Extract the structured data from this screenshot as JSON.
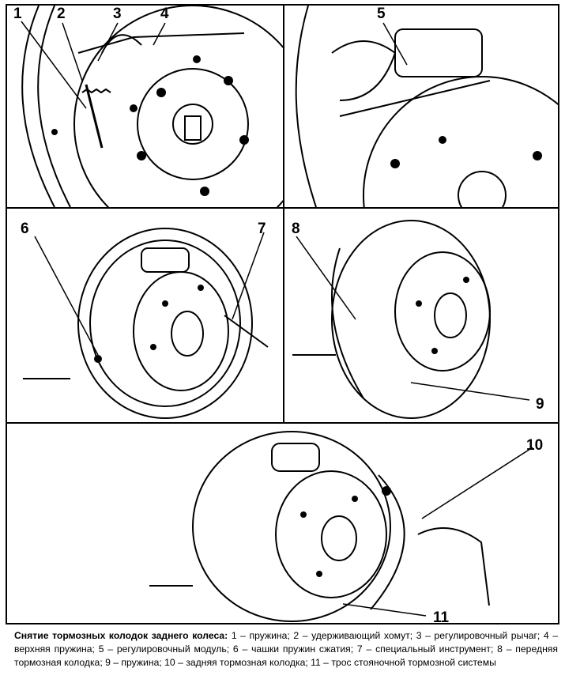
{
  "callouts": {
    "c1": "1",
    "c2": "2",
    "c3": "3",
    "c4": "4",
    "c5": "5",
    "c6": "6",
    "c7": "7",
    "c8": "8",
    "c9": "9",
    "c10": "10",
    "c11": "11"
  },
  "caption": {
    "title": "Снятие тормозных колодок заднего колеса:",
    "text": " 1 – пружина; 2 – удерживающий хомут; 3 – регулировочный рычаг; 4 – верхняя пружина; 5 – регулировочный модуль; 6 – чашки пружин сжатия; 7 – специальный инструмент; 8 – передняя тормозная колодка; 9 – пружина; 10 – задняя тормозная колодка; 11 – трос стояночной тормозной системы"
  },
  "colors": {
    "line": "#000000",
    "background": "#ffffff"
  }
}
